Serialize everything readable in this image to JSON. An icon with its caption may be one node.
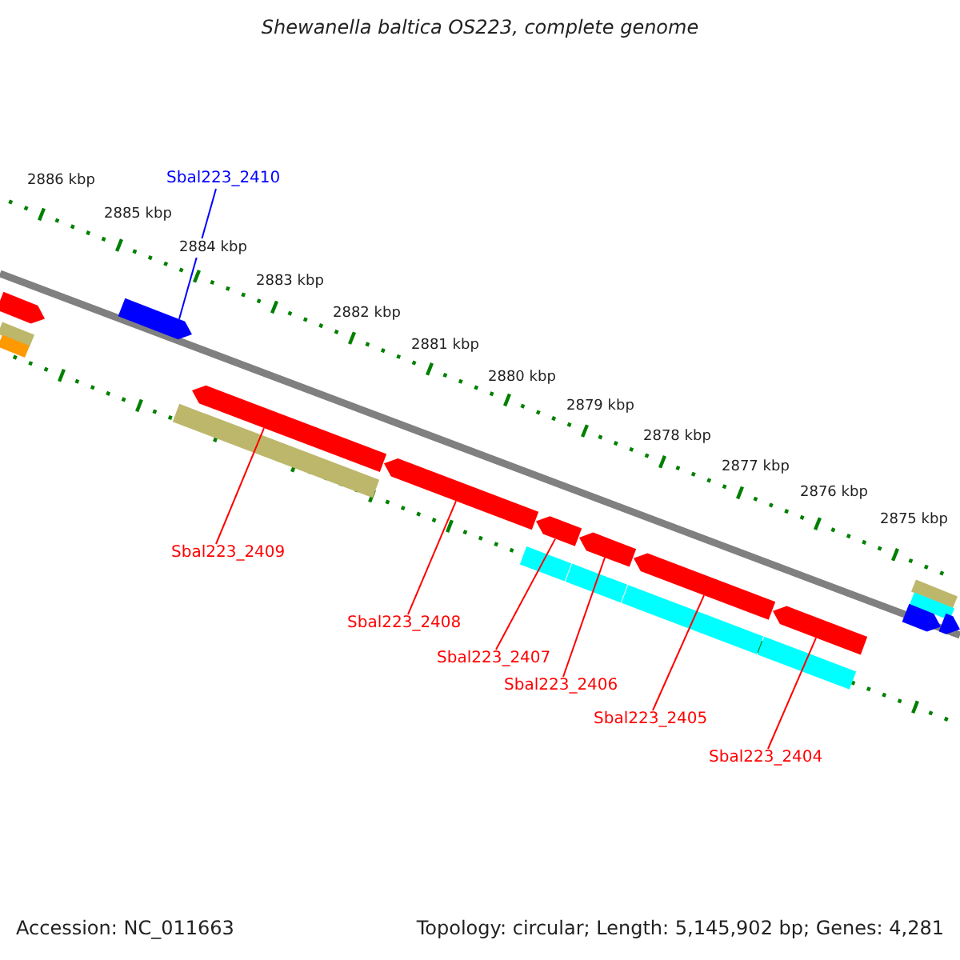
{
  "diagram": {
    "title": "Shewanella baltica OS223, complete genome",
    "nodes": [
      {
        "text": [
          "Sbal223_2410"
        ]
      },
      {
        "text": [],
        "shape": "arrow"
      },
      {
        "text": [
          "Sbal223_2409"
        ]
      },
      {
        "text": [],
        "shape": "arrow"
      },
      {
        "text": [
          "Sbal223_2408"
        ]
      },
      {
        "text": [],
        "shape": "arrow"
      },
      {
        "text": [
          "Sbal223_2407"
        ]
      },
      {
        "text": [],
        "shape": "arrow"
      },
      {
        "text": [
          "Sbal223_2406"
        ]
      },
      {
        "text": [],
        "shape": "arrow"
      },
      {
        "text": [
          "Sbal223_2405"
        ]
      },
      {
        "text": [],
        "shape": "arrow"
      },
      {
        "text": [
          "Sbal223_2404"
        ]
      },
      {
        "text": [],
        "shape": "arrow"
      },
      {
        "text": [],
        "shape": "bar"
      },
      {
        "text": [],
        "shape": "bar"
      },
      {
        "text": [],
        "shape": "bar"
      },
      {
        "text": [],
        "shape": "bar"
      },
      {
        "text": [],
        "shape": "bar"
      },
      {
        "text": [],
        "shape": "arrow"
      },
      {
        "text": [],
        "shape": "bar"
      },
      {
        "text": [],
        "shape": "bar"
      },
      {
        "text": [],
        "shape": "bar"
      },
      {
        "text": [],
        "shape": "bar"
      },
      {
        "text": [],
        "shape": "arrow"
      },
      {
        "text": [],
        "shape": "arrow"
      }
    ],
    "edges": [
      {
        "from": 0,
        "to": 1,
        "arrow": "none",
        "color": "#0000ff"
      },
      {
        "from": 2,
        "to": 3,
        "arrow": "none"
      },
      {
        "from": 4,
        "to": 5,
        "arrow": "none"
      },
      {
        "from": 6,
        "to": 7,
        "arrow": "none"
      },
      {
        "from": 8,
        "to": 9,
        "arrow": "none"
      },
      {
        "from": 10,
        "to": 11,
        "arrow": "none"
      },
      {
        "from": 12,
        "to": 13,
        "arrow": "none"
      }
    ],
    "labels": [
      "2886 kbp",
      "2885 kbp",
      "2884 kbp",
      "2883 kbp",
      "2882 kbp",
      "2881 kbp",
      "2880 kbp",
      "2879 kbp",
      "2878 kbp",
      "2877 kbp",
      "2876 kbp",
      "2875 kbp",
      "Accession: NC_011663",
      "Topology: circular; Length: 5,145,902 bp; Genes: 4,281"
    ]
  }
}
